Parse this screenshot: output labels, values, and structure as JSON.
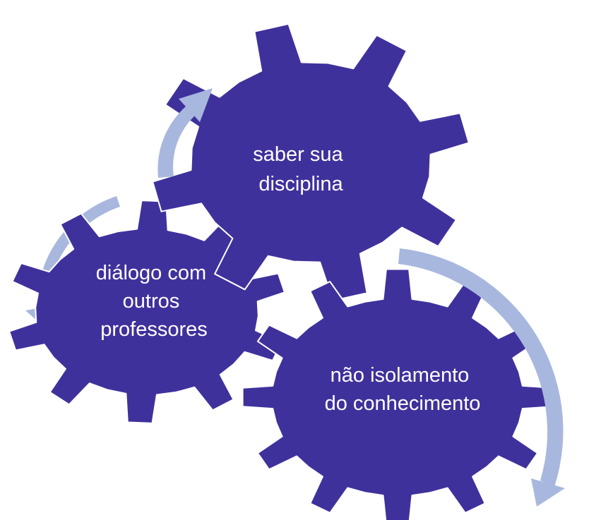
{
  "colors": {
    "gear_fill": "#3f319c",
    "gear_outline": "#ffffff",
    "arrow_fill": "#a8b7dd",
    "background": "#ffffff",
    "label_text": "#ffffff"
  },
  "gears": {
    "top": {
      "line1": "saber sua",
      "line2": "disciplina"
    },
    "left": {
      "line1": "diálogo com",
      "line2": "outros",
      "line3": "professores"
    },
    "bottom": {
      "line1": "não isolamento",
      "line2": "do conhecimento"
    }
  }
}
